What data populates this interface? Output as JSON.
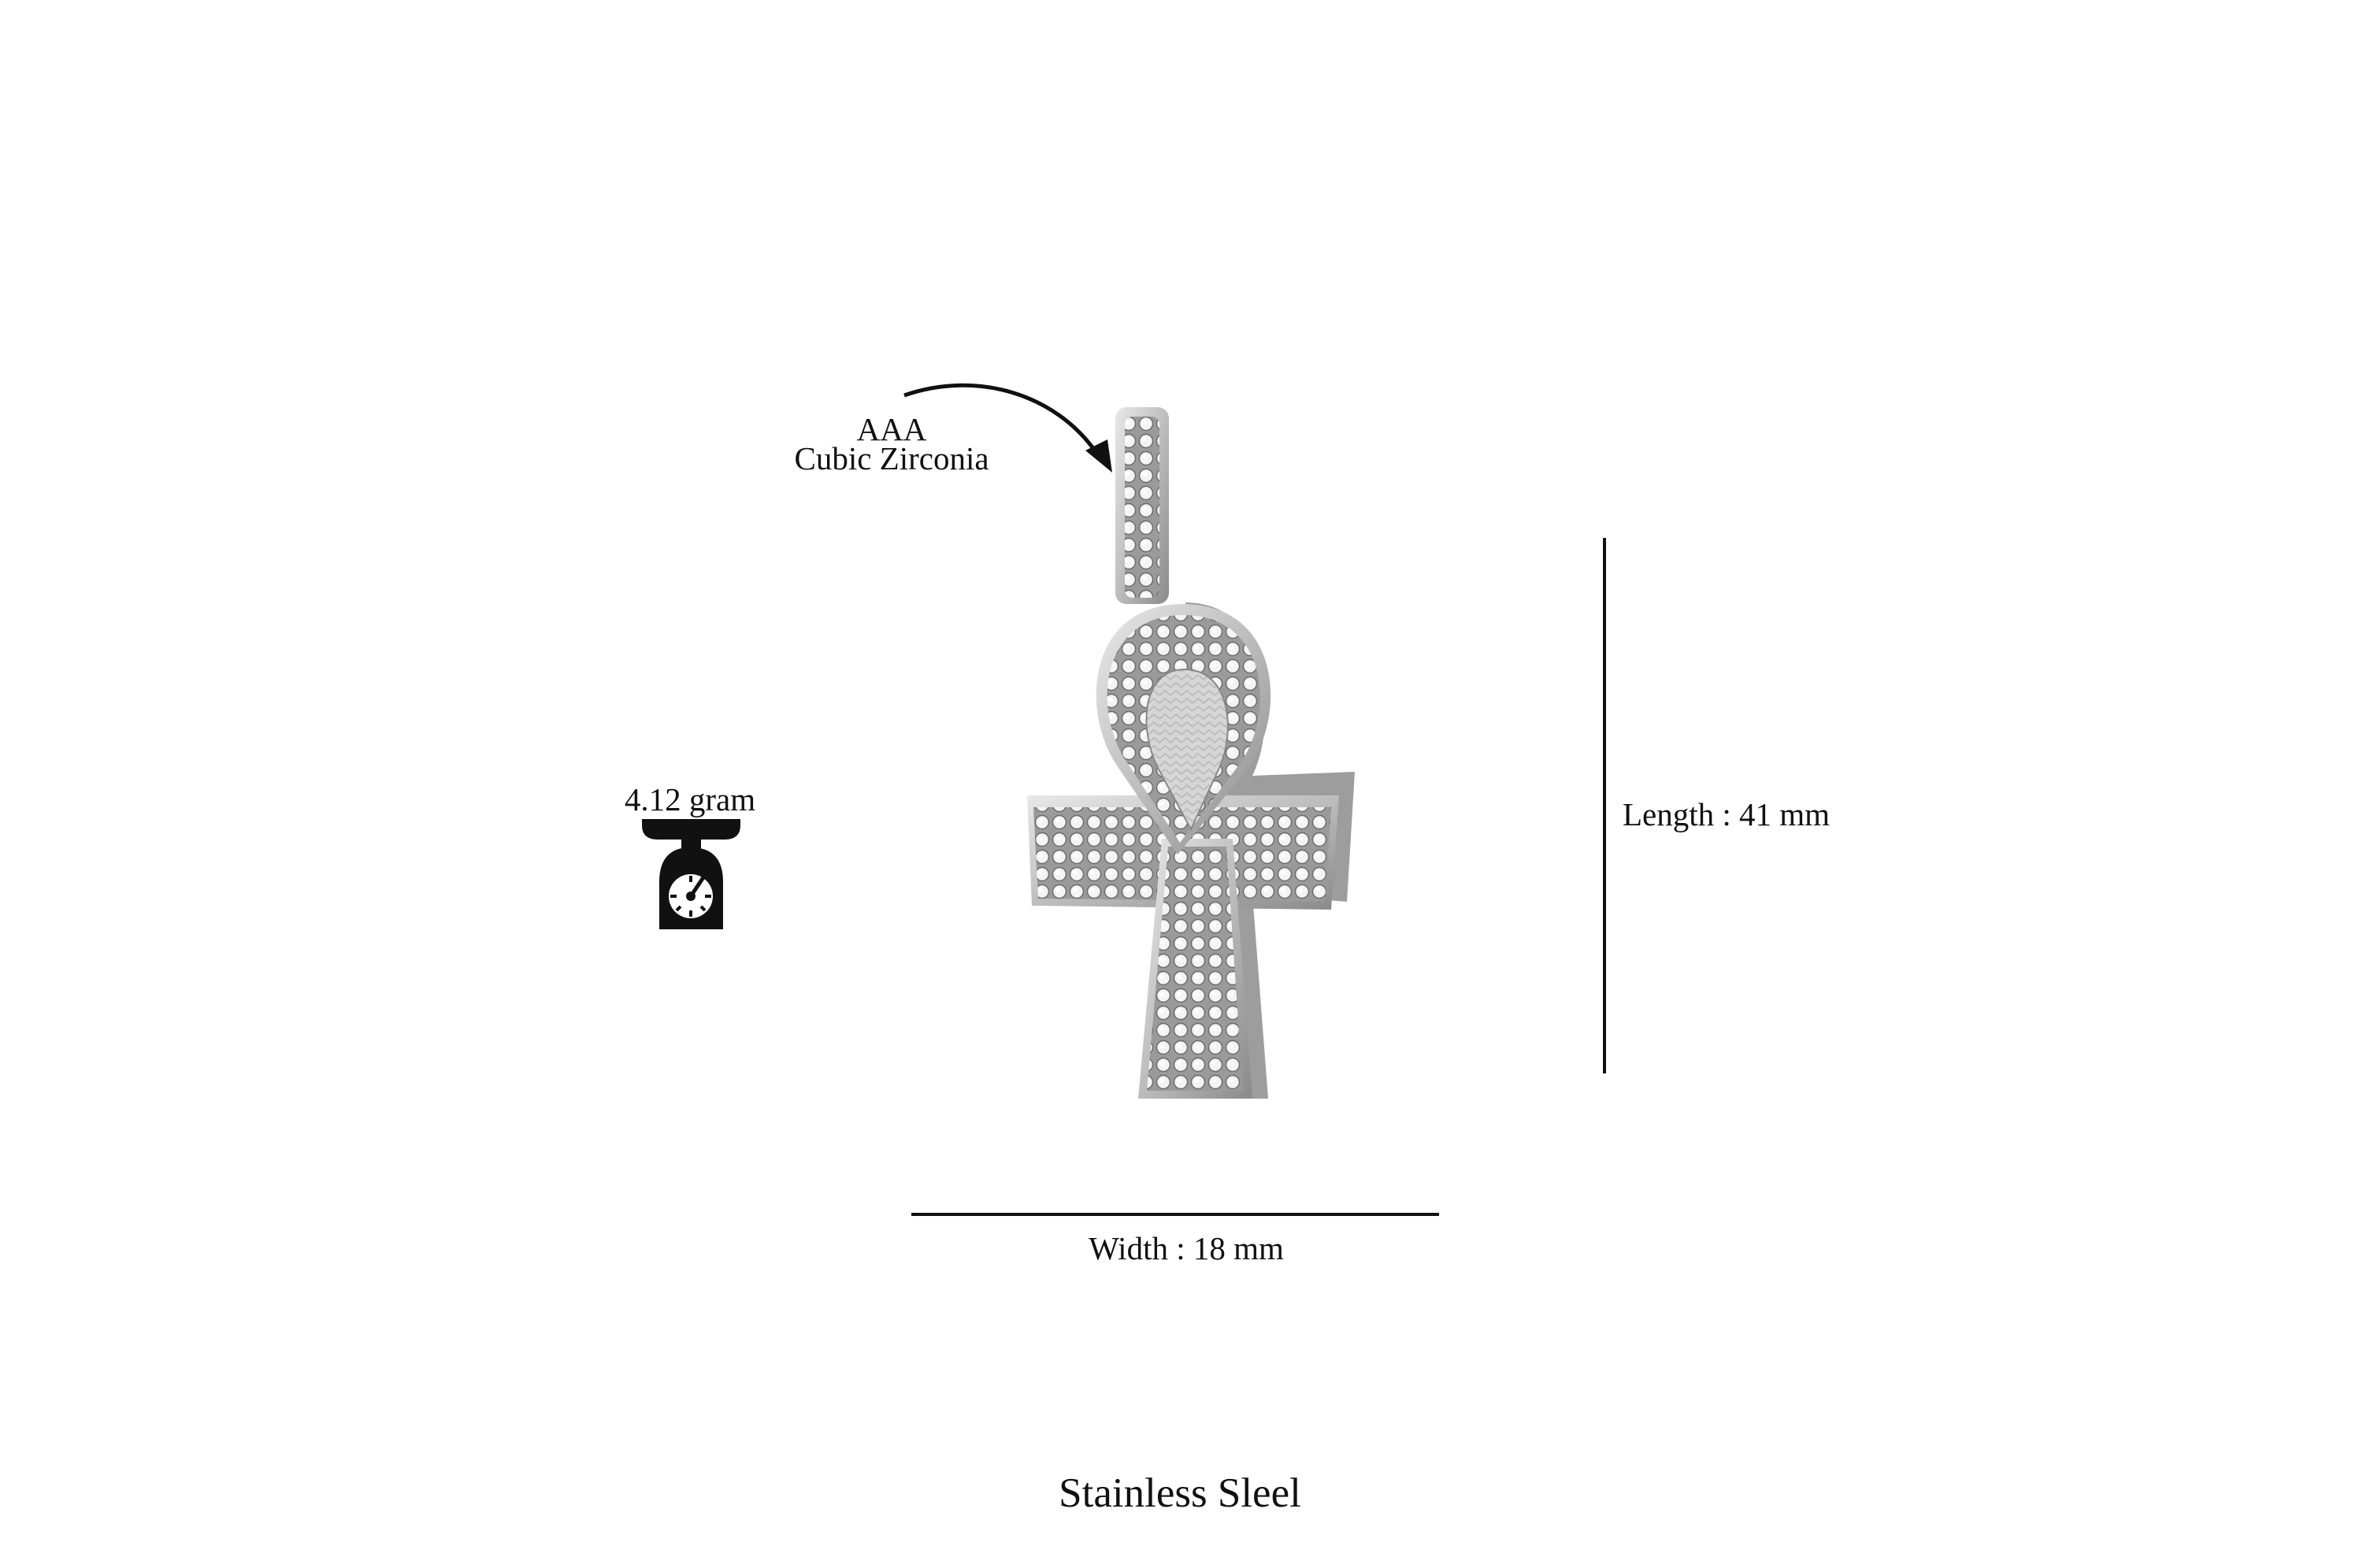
{
  "annotation": {
    "line1": "AAA",
    "line2": "Cubic Zirconia"
  },
  "weight": {
    "label": "4.12 gram",
    "icon": "weighing-scale-icon"
  },
  "dimensions": {
    "length_label": "Length : 41 mm",
    "width_label": "Width : 18 mm"
  },
  "material": "Stainless Sleel",
  "product": {
    "image": "ankh-cross-pendant"
  }
}
